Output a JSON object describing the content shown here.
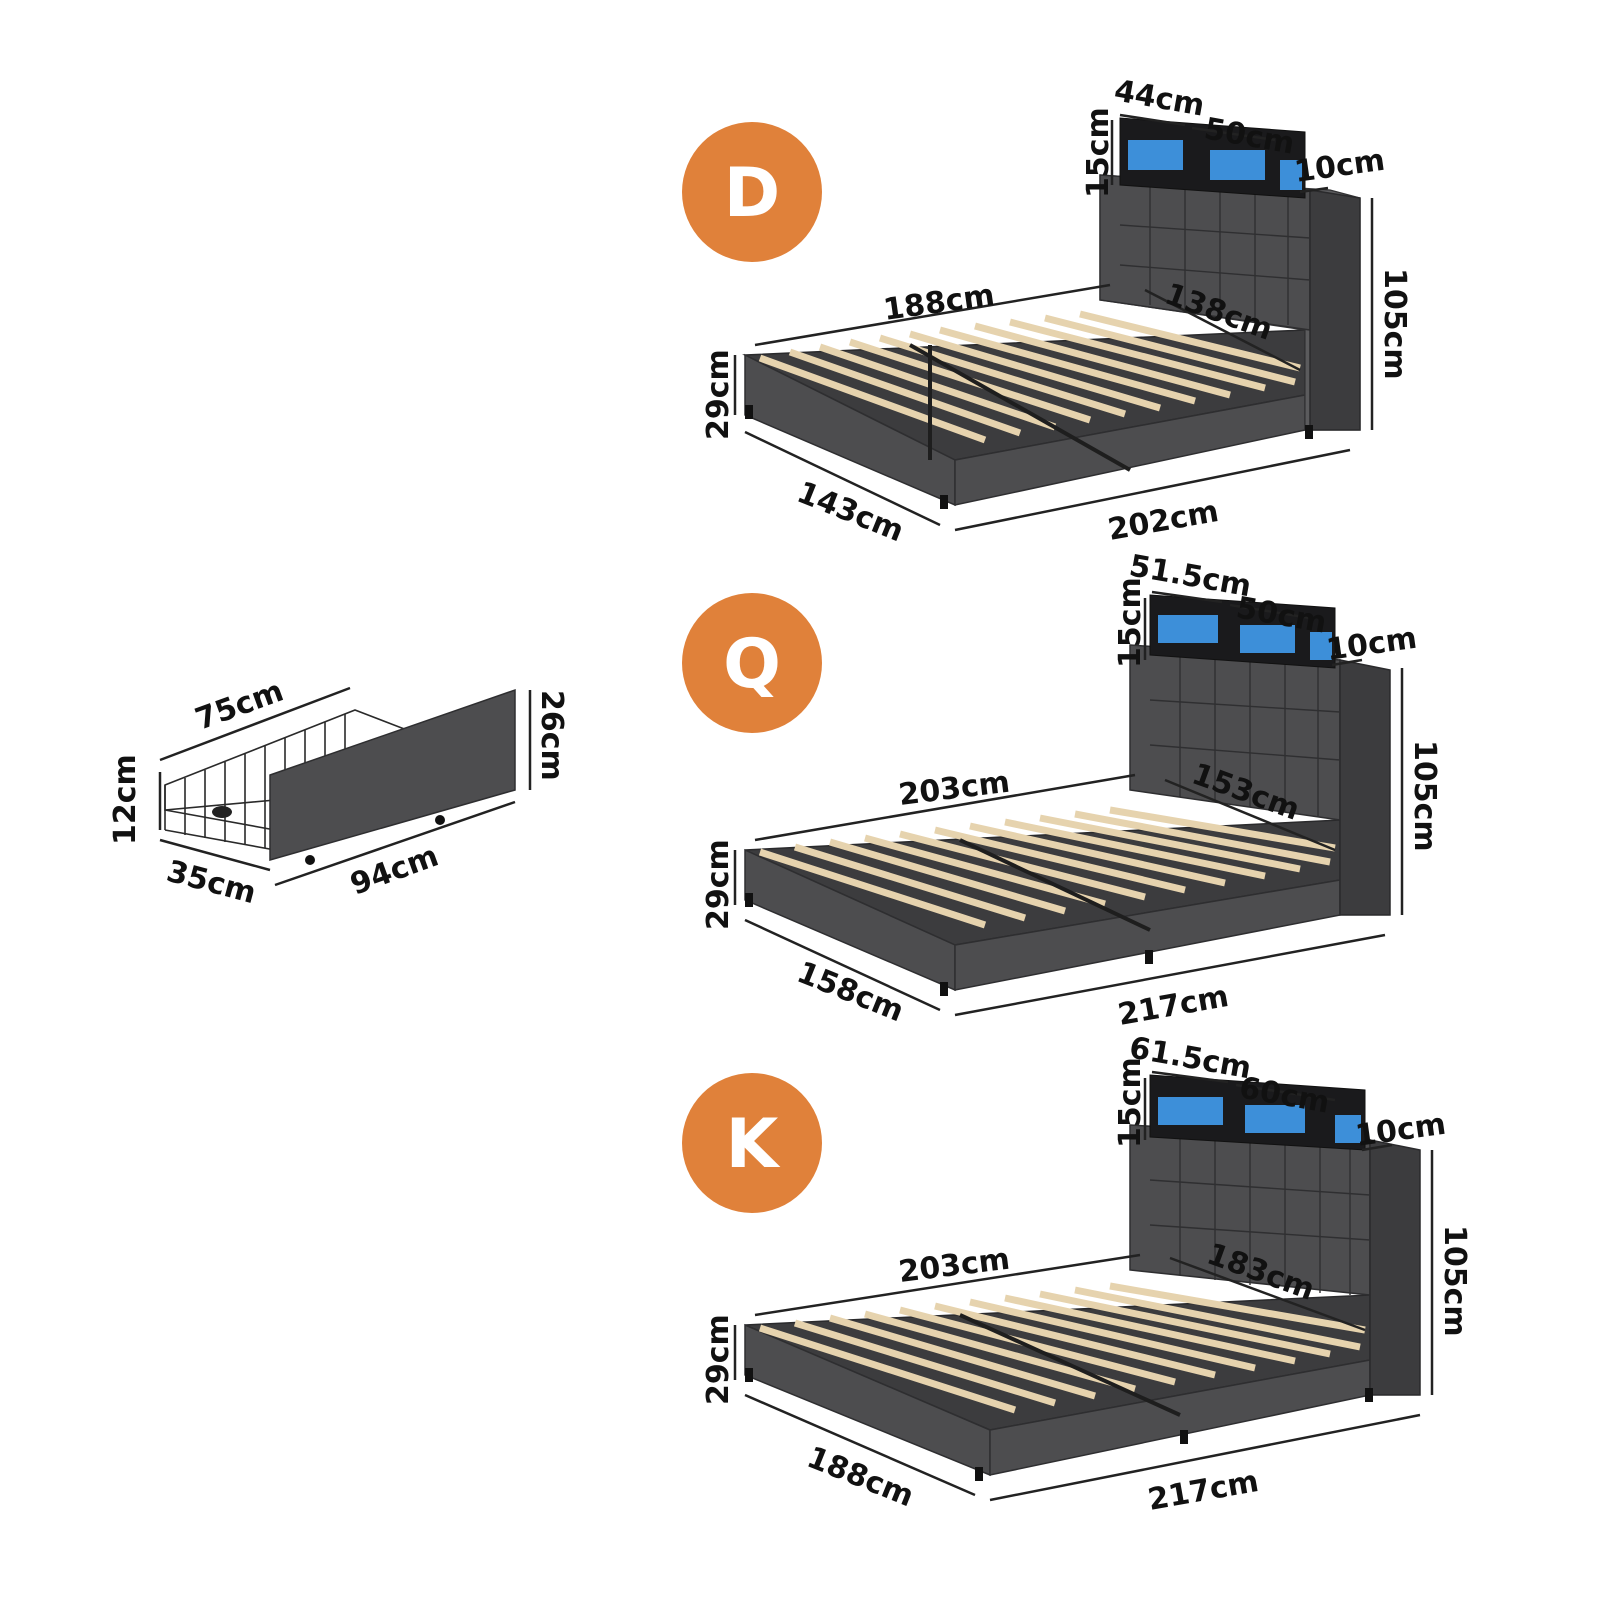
{
  "colors": {
    "badge": "#e0813a",
    "frame": "#4d4d4f",
    "slat": "#e6d3ae",
    "led": "#3d8fd9"
  },
  "drawer": {
    "length_top": "75cm",
    "depth": "35cm",
    "length_front": "94cm",
    "basket_height": "12cm",
    "front_height": "26cm"
  },
  "beds": [
    {
      "id": "double",
      "badge": "D",
      "shelf_left": "44cm",
      "shelf_mid": "50cm",
      "shelf_right": "10cm",
      "shelf_height": "15cm",
      "inner_length": "188cm",
      "inner_width": "138cm",
      "headboard_height": "105cm",
      "frame_height": "29cm",
      "outer_width": "143cm",
      "outer_length": "202cm"
    },
    {
      "id": "queen",
      "badge": "Q",
      "shelf_left": "51.5cm",
      "shelf_mid": "50cm",
      "shelf_right": "10cm",
      "shelf_height": "15cm",
      "inner_length": "203cm",
      "inner_width": "153cm",
      "headboard_height": "105cm",
      "frame_height": "29cm",
      "outer_width": "158cm",
      "outer_length": "217cm"
    },
    {
      "id": "king",
      "badge": "K",
      "shelf_left": "61.5cm",
      "shelf_mid": "60cm",
      "shelf_right": "10cm",
      "shelf_height": "15cm",
      "inner_length": "203cm",
      "inner_width": "183cm",
      "headboard_height": "105cm",
      "frame_height": "29cm",
      "outer_width": "188cm",
      "outer_length": "217cm"
    }
  ]
}
